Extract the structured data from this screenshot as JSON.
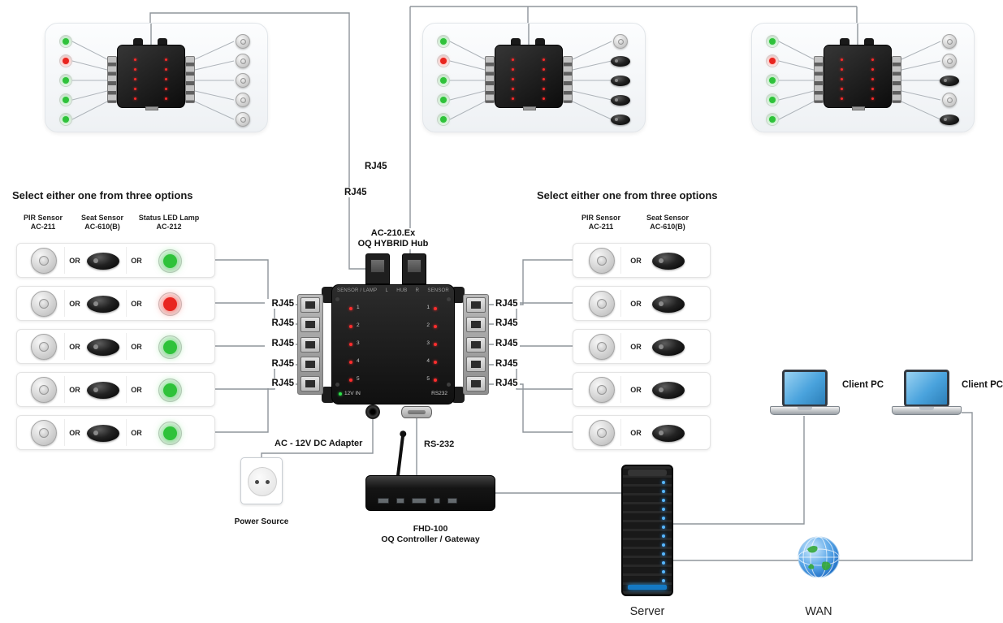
{
  "colors": {
    "led_green": "#2fc23a",
    "led_red": "#e8251f",
    "wire": "#8f959b",
    "screen_blue": "#4aa3dd",
    "server_led_blue": "#57b6ff"
  },
  "top_link_labels": [
    "RJ45",
    "RJ45"
  ],
  "top_panels": [
    {
      "leds": [
        "green",
        "red",
        "green",
        "green",
        "green"
      ],
      "sensors": [
        "pir",
        "pir",
        "pir",
        "pir",
        "pir"
      ]
    },
    {
      "leds": [
        "green",
        "red",
        "green",
        "green",
        "green"
      ],
      "sensors": [
        "pir",
        "seat",
        "seat",
        "seat",
        "seat"
      ]
    },
    {
      "leds": [
        "green",
        "red",
        "green",
        "green",
        "green"
      ],
      "sensors": [
        "pir",
        "pir",
        "seat",
        "pir",
        "seat"
      ]
    }
  ],
  "hub": {
    "title_line1": "AC-210.Ex",
    "title_line2": "OQ HYBRID Hub",
    "panel_header": {
      "left": "SENSOR / LAMP",
      "l": "L",
      "hub": "HUB",
      "r": "R",
      "right": "SENSOR"
    },
    "channel_numbers": [
      "1",
      "2",
      "3",
      "4",
      "5"
    ],
    "bottom_left": "12V IN",
    "bottom_right": "RS232",
    "left_port_labels": [
      "RJ45",
      "RJ45",
      "RJ45",
      "RJ45",
      "RJ45"
    ],
    "right_port_labels": [
      "RJ45",
      "RJ45",
      "RJ45",
      "RJ45",
      "RJ45"
    ]
  },
  "left_options": {
    "heading": "Select either one from three options",
    "columns": [
      {
        "line1": "PIR Sensor",
        "line2": "AC-211"
      },
      {
        "line1": "Seat Sensor",
        "line2": "AC-610(B)"
      },
      {
        "line1": "Status LED Lamp",
        "line2": "AC-212"
      }
    ],
    "or_label": "OR",
    "rows": [
      {
        "led": "green"
      },
      {
        "led": "red"
      },
      {
        "led": "green"
      },
      {
        "led": "green"
      },
      {
        "led": "green"
      }
    ]
  },
  "right_options": {
    "heading": "Select either one from three options",
    "columns": [
      {
        "line1": "PIR Sensor",
        "line2": "AC-211"
      },
      {
        "line1": "Seat Sensor",
        "line2": "AC-610(B)"
      }
    ],
    "or_label": "OR",
    "row_count": 5
  },
  "power": {
    "adapter_label": "AC - 12V DC Adapter",
    "source_label": "Power Source"
  },
  "serial_label": "RS-232",
  "controller": {
    "name": "FHD-100",
    "desc": "OQ Controller / Gateway"
  },
  "server_label": "Server",
  "wan_label": "WAN",
  "client_pcs": [
    {
      "label": "Client PC"
    },
    {
      "label": "Client PC"
    }
  ]
}
